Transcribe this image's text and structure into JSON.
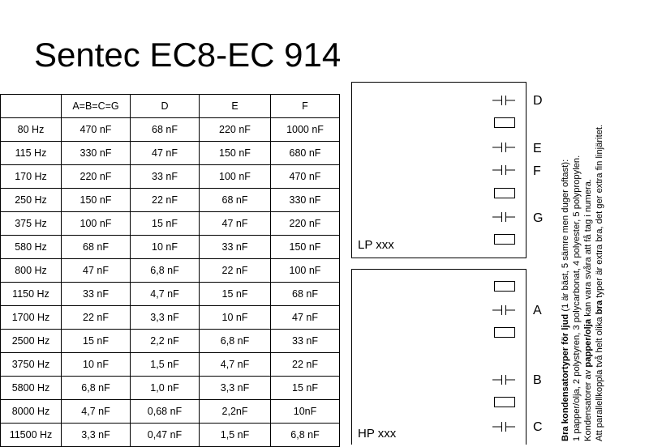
{
  "title": "Sentec EC8-EC 914",
  "table": {
    "headers": [
      "",
      "A=B=C=G",
      "D",
      "E",
      "F"
    ],
    "rows": [
      [
        "80 Hz",
        "470 nF",
        "68 nF",
        "220 nF",
        "1000 nF"
      ],
      [
        "115 Hz",
        "330 nF",
        "47 nF",
        "150 nF",
        "680 nF"
      ],
      [
        "170 Hz",
        "220 nF",
        "33 nF",
        "100 nF",
        "470 nF"
      ],
      [
        "250 Hz",
        "150 nF",
        "22 nF",
        "68 nF",
        "330 nF"
      ],
      [
        "375 Hz",
        "100 nF",
        "15 nF",
        "47 nF",
        "220 nF"
      ],
      [
        "580 Hz",
        "68 nF",
        "10 nF",
        "33 nF",
        "150 nF"
      ],
      [
        "800 Hz",
        "47 nF",
        "6,8 nF",
        "22 nF",
        "100 nF"
      ],
      [
        "1150 Hz",
        "33 nF",
        "4,7 nF",
        "15 nF",
        "68 nF"
      ],
      [
        "1700 Hz",
        "22 nF",
        "3,3 nF",
        "10 nF",
        "47 nF"
      ],
      [
        "2500 Hz",
        "15 nF",
        "2,2 nF",
        "6,8 nF",
        "33 nF"
      ],
      [
        "3750 Hz",
        "10 nF",
        "1,5 nF",
        "4,7 nF",
        "22 nF"
      ],
      [
        "5800 Hz",
        "6,8 nF",
        "1,0 nF",
        "3,3 nF",
        "15 nF"
      ],
      [
        "8000 Hz",
        "4,7 nF",
        "0,68 nF",
        "2,2nF",
        "10nF"
      ],
      [
        "11500 Hz",
        "3,3 nF",
        "0,47 nF",
        "1,5 nF",
        "6,8 nF"
      ]
    ]
  },
  "lp_panel": {
    "label": "LP xxx",
    "slots": [
      "D",
      "E",
      "F",
      "G"
    ]
  },
  "hp_panel": {
    "label": "HP xxx",
    "slots": [
      "A",
      "B",
      "C"
    ]
  },
  "notes": {
    "line1_bold": "Bra kondensatortyper för ljud",
    "line1_rest": " (1 är bäst, 5 sämre men duger oftast):",
    "line2": "1 papper/olja,  2 polystyren,  3 polycarbonat,   4 polyester,  5 polypropylen.",
    "line3_a": "Kondensatorer av ",
    "line3_bold": "papper/olja",
    "line3_b": " kan vara svåra att få tag i numera.",
    "line4_a": "Att parallellkoppla två helt olika ",
    "line4_bold": "bra",
    "line4_b": " typer är extra bra, det ger extra fin linjäritet."
  }
}
